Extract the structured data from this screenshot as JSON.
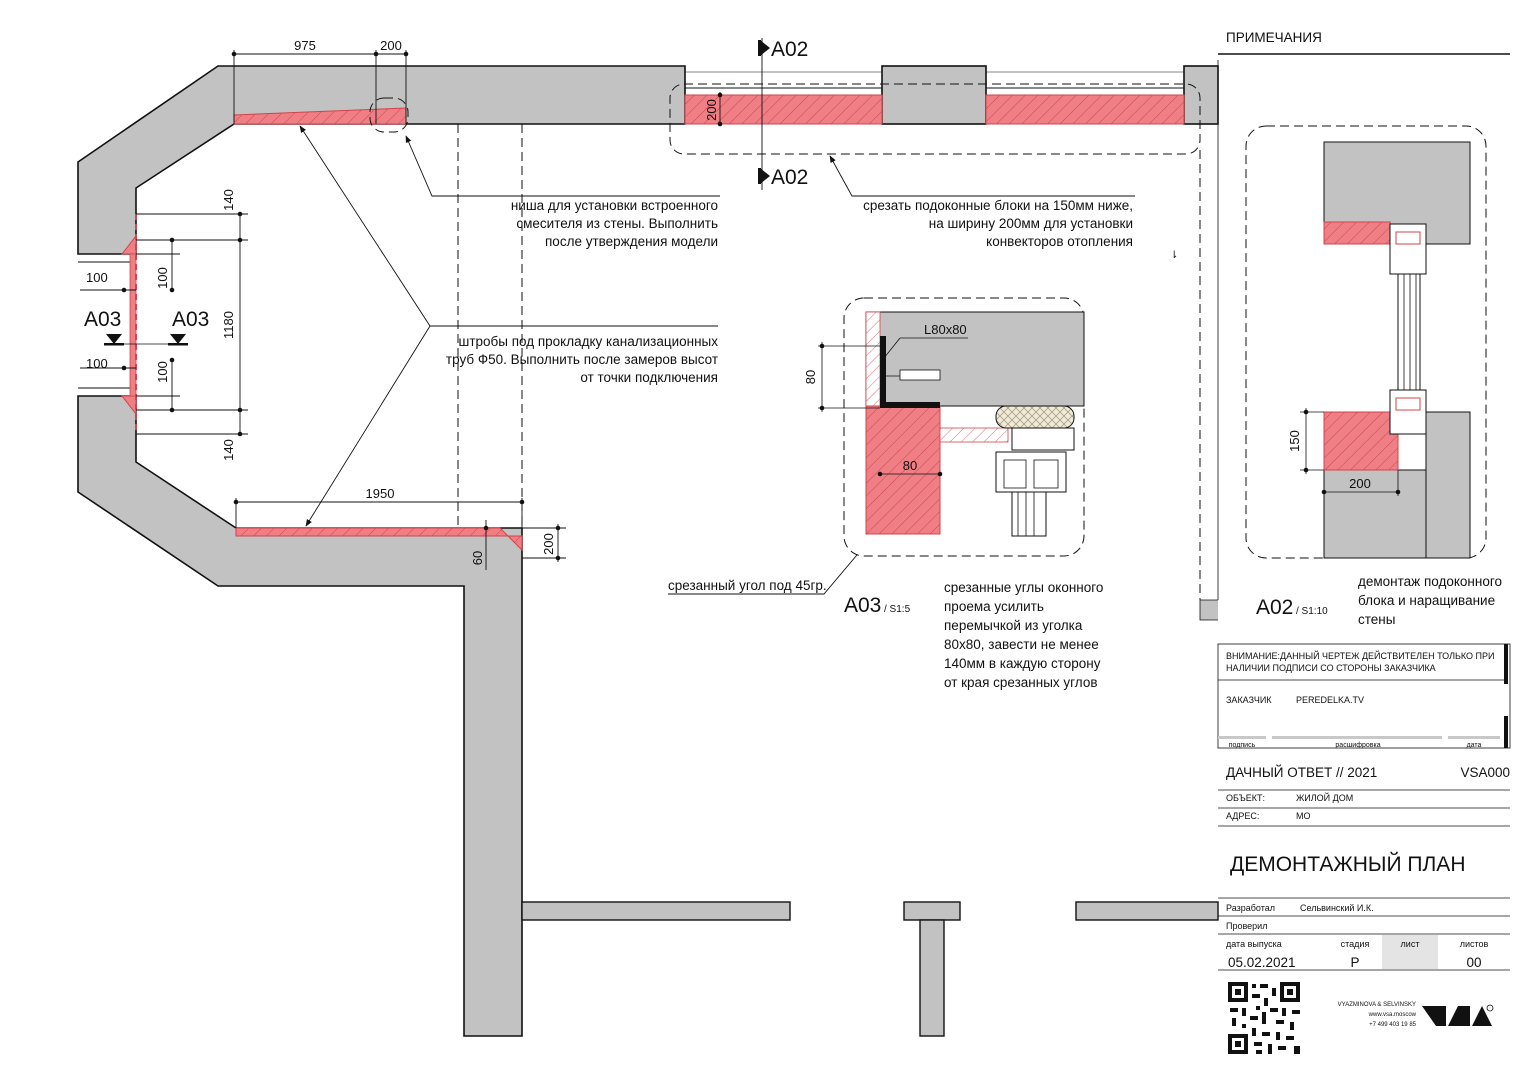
{
  "plan": {
    "sections": {
      "a02_top": "A02",
      "a02_bottom": "A02",
      "a03_left": "A03",
      "a03_right": "A03"
    },
    "dimensions": {
      "d975": "975",
      "d200_top": "200",
      "d140_top": "140",
      "d100_l1": "100",
      "d100_r1": "100",
      "d1180": "1180",
      "d100_l2": "100",
      "d100_r2": "100",
      "d140_bot": "140",
      "d1950": "1950",
      "d60": "60",
      "d200_bot": "200",
      "d200_win": "200"
    },
    "notes": {
      "niche": [
        "ниша для установки встроенного",
        "смесителя из стены. Выполнить",
        "после утверждения модели"
      ],
      "sill": [
        "срезать подоконные блоки на 150мм ниже,",
        "на ширину 200мм для установки",
        "конвекторов отопления"
      ],
      "chase": [
        "штробы под прокладку канализационных",
        "труб Ф50. Выполнить после замеров высот",
        "от точки подключения"
      ],
      "corner": "срезанный угол под 45гр.",
      "lintel": [
        "срезанные углы оконного",
        "проема усилить",
        "перемычкой из уголка",
        "80х80, завести не менее",
        "140мм в каждую сторону",
        "от края срезанных углов"
      ]
    }
  },
  "detail_a03": {
    "title": "A03",
    "scale": "/ S1:5",
    "angle_label": "L80x80",
    "dim_80_v": "80",
    "dim_80_h": "80"
  },
  "detail_a02": {
    "title": "A02",
    "scale": "/ S1:10",
    "dim_150": "150",
    "dim_200": "200",
    "caption": [
      "демонтаж подоконного",
      "блока и наращивание",
      "стены"
    ]
  },
  "notes_header": "ПРИМЕЧАНИЯ",
  "title_block": {
    "warning_label": "ВНИМАНИЕ:",
    "warning_text_1": "ДАННЫЙ ЧЕРТЕЖ ДЕЙСТВИТЕЛЕН ТОЛЬКО ПРИ",
    "warning_text_2": "НАЛИЧИИ ПОДПИСИ СО СТОРОНЫ ЗАКАЗЧИКА",
    "client_label": "ЗАКАЗЧИК",
    "client_value": "PEREDELKA.TV",
    "sig_label": "подпись",
    "decode_label": "расшифровка",
    "date_label": "дата",
    "project": "ДАЧНЫЙ ОТВЕТ // 2021",
    "code": "VSA000",
    "object_label": "ОБЪЕКТ:",
    "object_value": "ЖИЛОЙ ДОМ",
    "address_label": "АДРЕС:",
    "address_value": "МО",
    "sheet_title": "ДЕМОНТАЖНЫЙ ПЛАН",
    "developer_label": "Разработал",
    "developer_value": "Сельвинский И.К.",
    "checked_label": "Проверил",
    "issue_date_label": "дата выпуска",
    "issue_date_value": "05.02.2021",
    "stage_label": "стадия",
    "stage_value": "Р",
    "sheet_label": "лист",
    "sheets_label": "листов",
    "sheets_value": "00",
    "firm_name": "VYAZMINOVA & SELVINSKY",
    "firm_site": "www.vsa.moscow",
    "firm_phone": "+7 499 403 19 85"
  }
}
